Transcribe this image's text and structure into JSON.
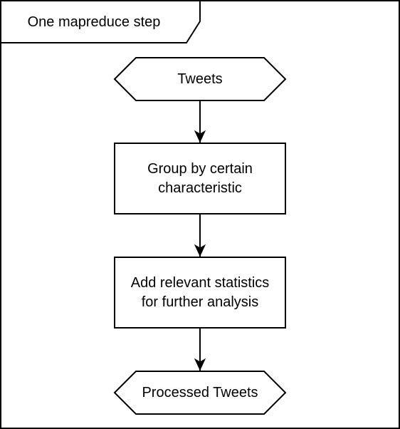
{
  "frame": {
    "title": "One mapreduce step"
  },
  "nodes": {
    "input": {
      "label": "Tweets",
      "shape": "hexagon"
    },
    "group": {
      "label": "Group by certain\ncharacteristic",
      "shape": "rectangle"
    },
    "stats": {
      "label": "Add relevant statistics\nfor further analysis",
      "shape": "rectangle"
    },
    "output": {
      "label": "Processed Tweets",
      "shape": "hexagon"
    }
  },
  "edges": [
    {
      "from": "Tweets",
      "to": "Group by certain characteristic"
    },
    {
      "from": "Group by certain characteristic",
      "to": "Add relevant statistics for further analysis"
    },
    {
      "from": "Add relevant statistics for further analysis",
      "to": "Processed Tweets"
    }
  ],
  "colors": {
    "stroke": "#000000",
    "fill": "#ffffff",
    "text": "#000000"
  }
}
